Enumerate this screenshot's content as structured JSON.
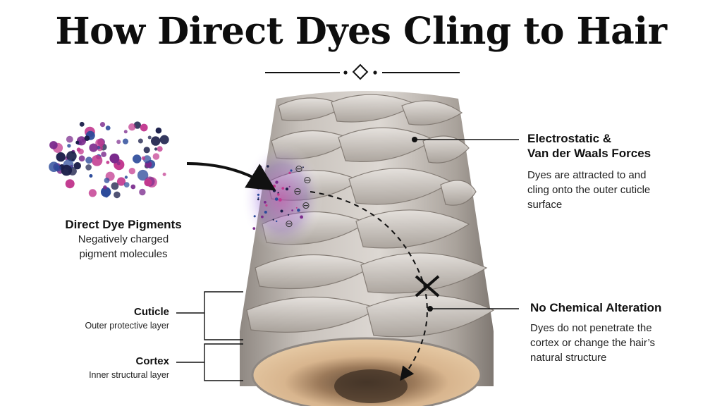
{
  "title": "How Direct Dyes Cling to Hair",
  "labels": {
    "pigments": {
      "heading": "Direct Dye Pigments",
      "line1": "Negatively charged",
      "line2": "pigment molecules"
    },
    "forces": {
      "heading1": "Electrostatic &",
      "heading2": "Van der Waals Forces",
      "line1": "Dyes are attracted to and",
      "line2": "cling onto the outer cuticle",
      "line3": "surface"
    },
    "no_alteration": {
      "heading": "No Chemical Alteration",
      "line1": "Dyes do not penetrate the",
      "line2": "cortex or change the hair’s",
      "line3": "natural structure"
    },
    "cuticle": {
      "heading": "Cuticle",
      "desc": "Outer protective layer"
    },
    "cortex": {
      "heading": "Cortex",
      "desc": "Inner structural layer"
    }
  },
  "colors": {
    "dye_purple": "#7a2a8c",
    "dye_magenta": "#c2398f",
    "dye_blue": "#2b4a9a",
    "dye_navy": "#1b1f4a",
    "cuticle_gray": "#b9b3ad",
    "cortex_tan": "#d8b58e"
  },
  "charge_symbol": "⊖"
}
